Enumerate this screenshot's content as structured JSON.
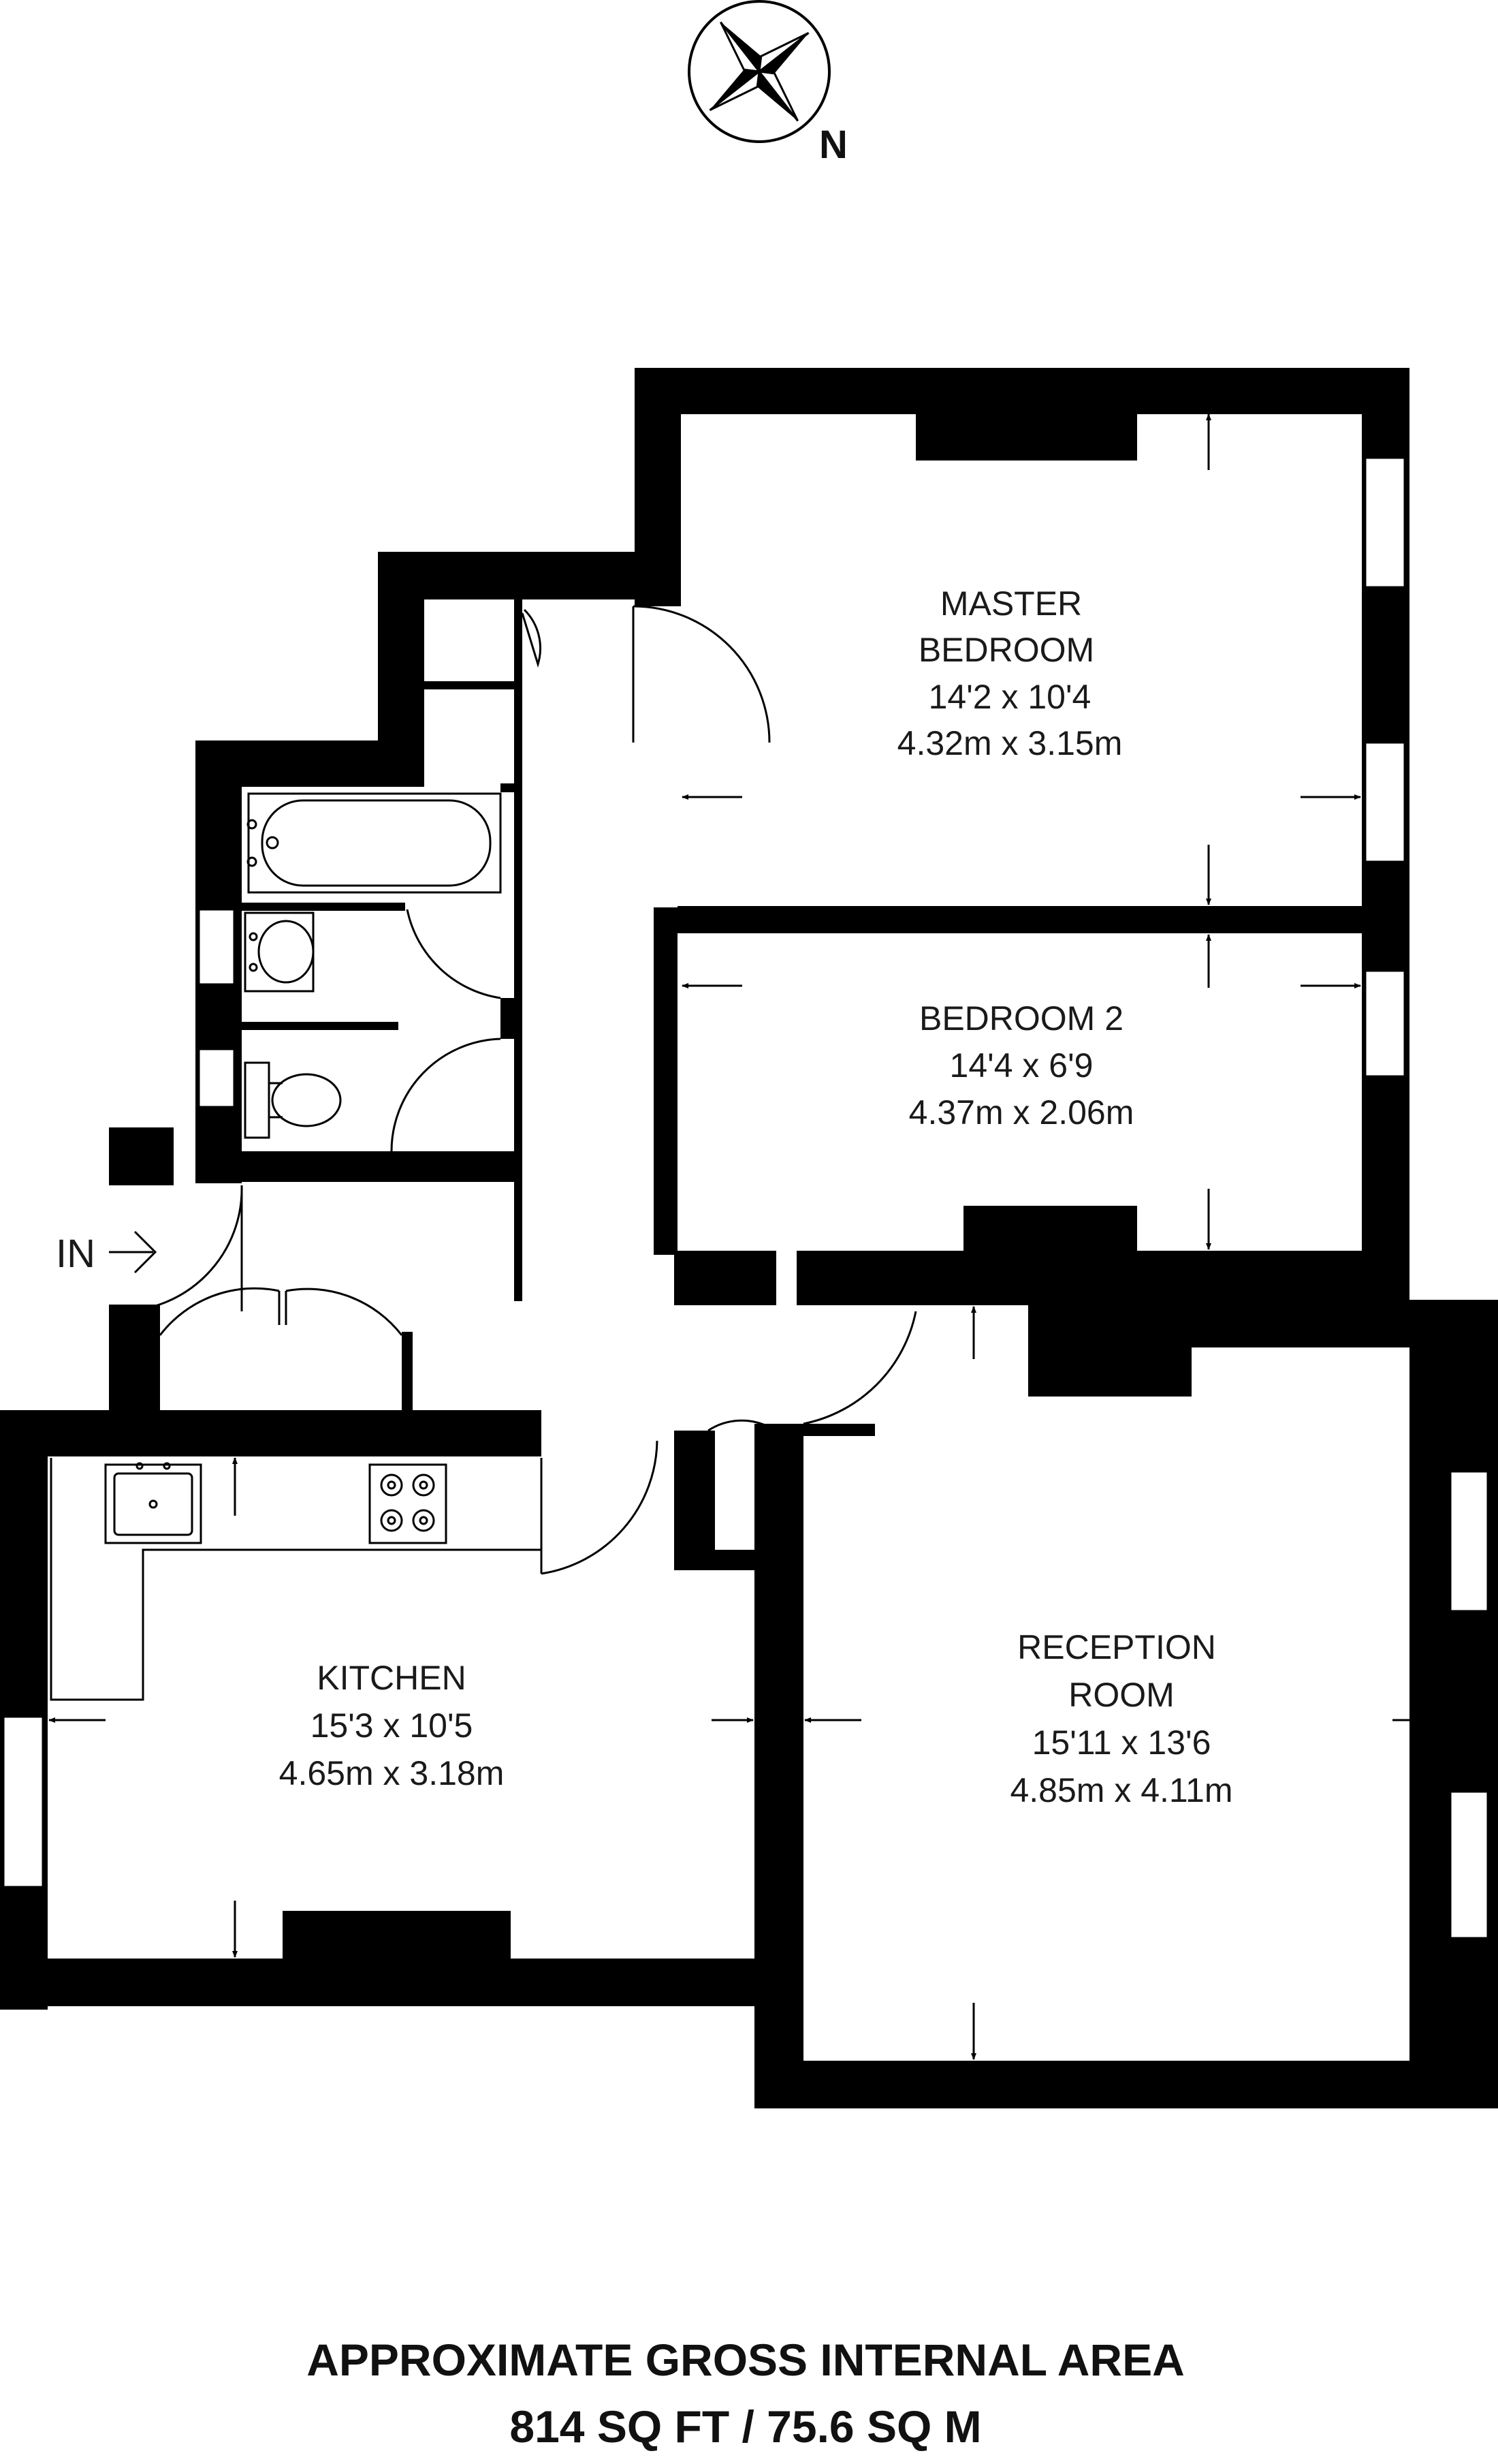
{
  "compass": {
    "label": "N",
    "icon": "compass-rose-icon"
  },
  "entrance": {
    "label": "IN",
    "icon": "arrow-right-icon"
  },
  "rooms": {
    "master_bedroom": {
      "name_line1": "MASTER",
      "name_line2": "BEDROOM",
      "imperial": "14'2 x 10'4",
      "metric": "4.32m x 3.15m"
    },
    "bedroom_2": {
      "name": "BEDROOM 2",
      "imperial": "14'4 x 6'9",
      "metric": "4.37m x 2.06m"
    },
    "kitchen": {
      "name": "KITCHEN",
      "imperial": "15'3 x 10'5",
      "metric": "4.65m x 3.18m"
    },
    "reception": {
      "name_line1": "RECEPTION",
      "name_line2": "ROOM",
      "imperial": "15'11 x 13'6",
      "metric": "4.85m x 4.11m"
    }
  },
  "area": {
    "line1": "APPROXIMATE GROSS INTERNAL AREA",
    "line2": "814 SQ FT / 75.6 SQ M"
  },
  "colors": {
    "wall": "#000000",
    "background": "#ffffff",
    "fixture": "#333333"
  }
}
